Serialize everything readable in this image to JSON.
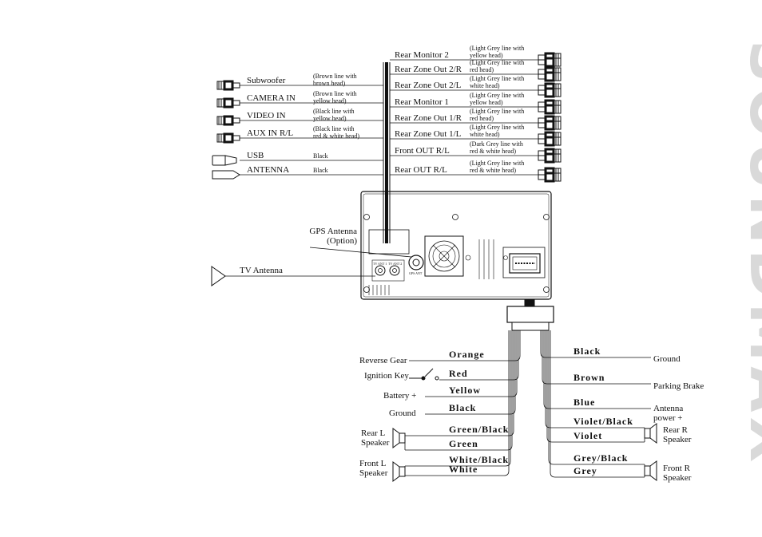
{
  "brand": "SOUNDMAX",
  "left_connectors": [
    {
      "label": "Subwoofer",
      "note": [
        "(Brown line with",
        "brown head)"
      ],
      "type": "rca"
    },
    {
      "label": "CAMERA IN",
      "note": [
        "(Brown line with",
        "yellow head)"
      ],
      "type": "rca"
    },
    {
      "label": "VIDEO IN",
      "note": [
        "(Black line with",
        "yellow head)"
      ],
      "type": "rca"
    },
    {
      "label": "AUX  IN R/L",
      "note": [
        "(Black line with",
        "red & white head)"
      ],
      "type": "rca"
    },
    {
      "label": "USB",
      "note": [
        "Black"
      ],
      "type": "usb"
    },
    {
      "label": "ANTENNA",
      "note": [
        "Black"
      ],
      "type": "antenna"
    }
  ],
  "right_connectors": [
    {
      "label": "Rear Monitor 2",
      "note": [
        "(Light Grey line with",
        "yellow head)"
      ]
    },
    {
      "label": "Rear Zone Out 2/R",
      "note": [
        "(Light Grey line with",
        "red head)"
      ]
    },
    {
      "label": "Rear Zone Out 2/L",
      "note": [
        "(Light Grey line with",
        "white head)"
      ]
    },
    {
      "label": "Rear Monitor 1",
      "note": [
        "(Light Grey line with",
        "yellow head)"
      ]
    },
    {
      "label": "Rear Zone Out 1/R",
      "note": [
        "(Light Grey line with",
        "red head)"
      ]
    },
    {
      "label": "Rear Zone Out 1/L",
      "note": [
        "(Light Grey line with",
        "white head)"
      ]
    },
    {
      "label": "Front OUT R/L",
      "note": [
        "(Dark Grey line with",
        "red & white head)"
      ]
    },
    {
      "label": "Rear OUT R/L",
      "note": [
        "(Light Grey line with",
        "red & white head)"
      ]
    }
  ],
  "unit": {
    "gps_label": [
      "GPS Antenna",
      "(Option)"
    ],
    "tv_label": "TV Antenna"
  },
  "harness_left": [
    {
      "color": "Orange",
      "function": [
        "Reverse Gear"
      ]
    },
    {
      "color": "Red",
      "function": [
        "Ignition Key"
      ]
    },
    {
      "color": "Yellow",
      "function": [
        "Battery +"
      ]
    },
    {
      "color": "Black",
      "function": [
        "Ground"
      ]
    },
    {
      "color": "Green/Black",
      "function": [
        "Rear L",
        "Speaker"
      ]
    },
    {
      "color": "Green",
      "function": []
    },
    {
      "color": "White/Black",
      "function": [
        "Front L",
        "Speaker"
      ]
    },
    {
      "color": "White",
      "function": []
    }
  ],
  "harness_right": [
    {
      "color": "Black",
      "function": [
        "Ground"
      ]
    },
    {
      "color": "Brown",
      "function": [
        "Parking Brake"
      ]
    },
    {
      "color": "Blue",
      "function": [
        "Antenna",
        "power +"
      ]
    },
    {
      "color": "Violet/Black",
      "function": [
        "Rear R",
        "Speaker"
      ]
    },
    {
      "color": "Violet",
      "function": []
    },
    {
      "color": "Grey/Black",
      "function": [
        "Front R",
        "Speaker"
      ]
    },
    {
      "color": "Grey",
      "function": []
    }
  ]
}
